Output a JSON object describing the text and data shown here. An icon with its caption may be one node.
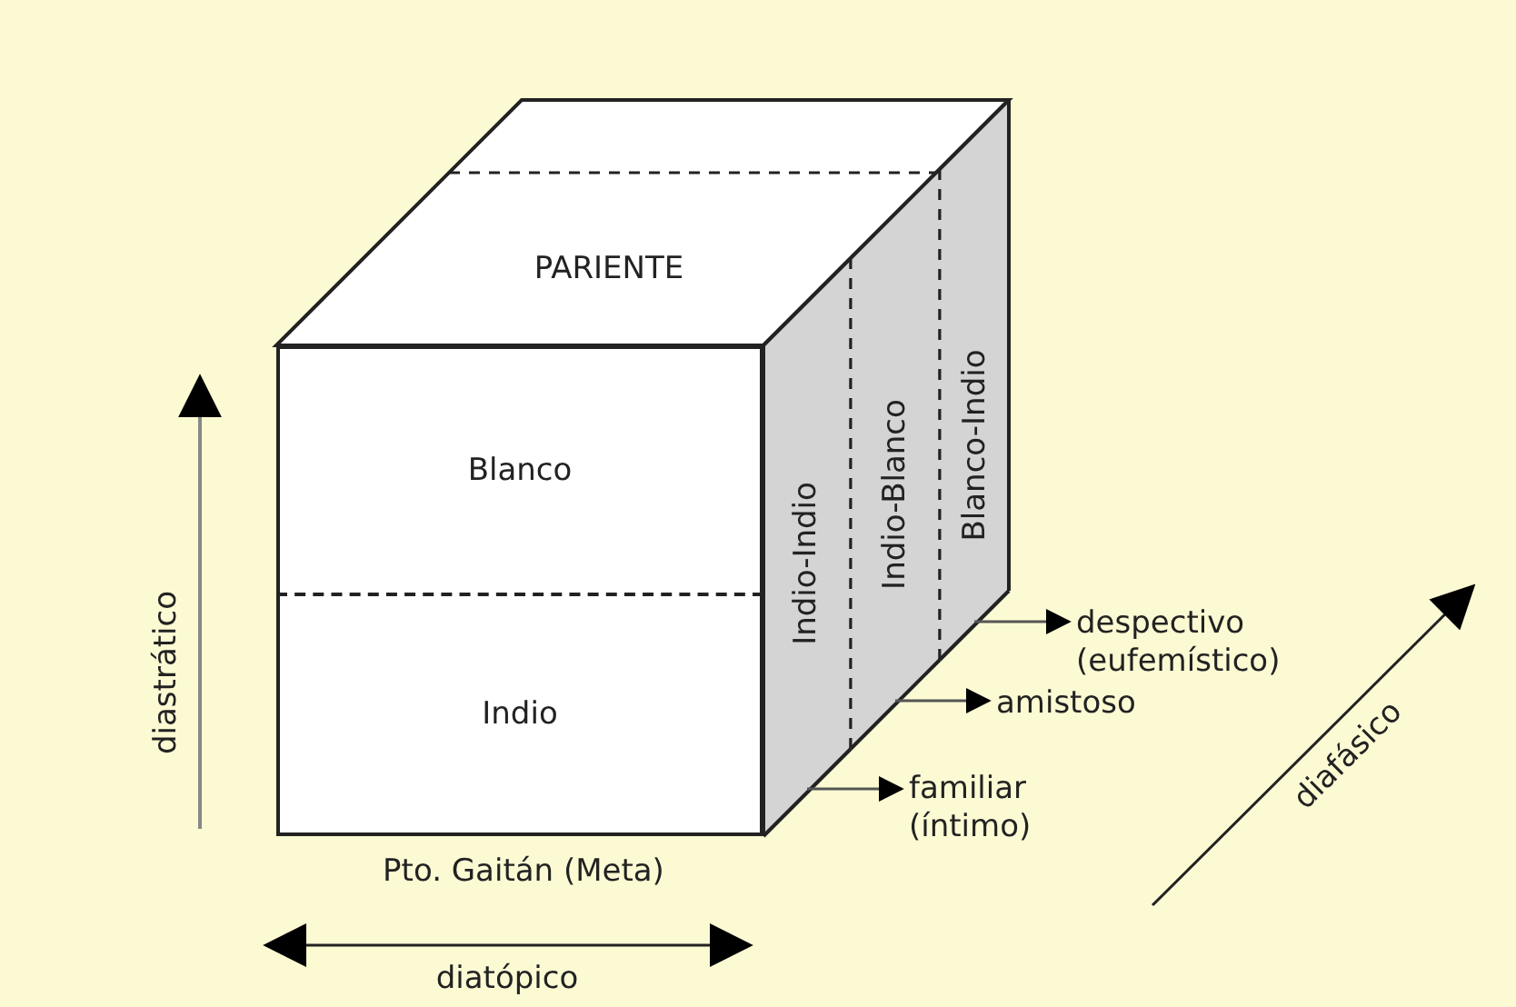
{
  "diagram": {
    "nodes": [
      {
        "text": [
          "PARIENTE"
        ]
      },
      {
        "text": [
          "Blanco"
        ]
      },
      {
        "text": [
          "Indio"
        ]
      },
      {
        "text": [
          "Indio-Indio"
        ]
      },
      {
        "text": [
          "Indio-Blanco"
        ]
      },
      {
        "text": [
          "Blanco-Indio"
        ]
      },
      {
        "text": [
          "despectivo (eufemístico)"
        ]
      },
      {
        "text": [
          "amistoso"
        ]
      },
      {
        "text": [
          "familiar (íntimo)"
        ]
      }
    ],
    "edges": [
      {
        "from": 5,
        "to": 6,
        "arrow": "to"
      },
      {
        "from": 4,
        "to": 7,
        "arrow": "to"
      },
      {
        "from": 3,
        "to": 8,
        "arrow": "to"
      }
    ],
    "labels": [
      "diastrático",
      "Pto. Gaitán (Meta)",
      "diatópico",
      "diafásico"
    ]
  }
}
